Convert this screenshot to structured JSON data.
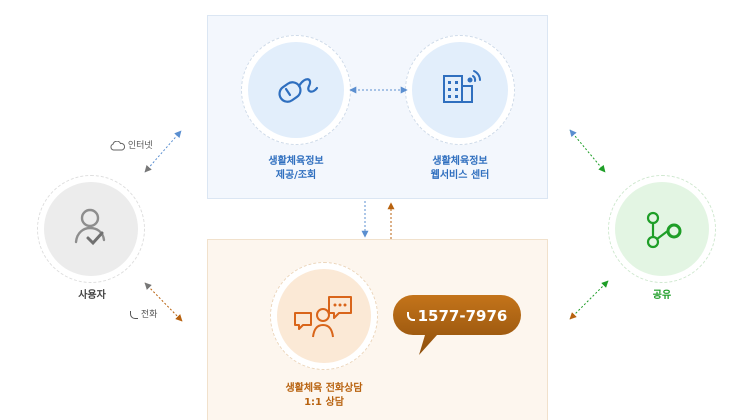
{
  "top_left": {
    "line1": "생활체육정보",
    "line2": "제공/조회",
    "icon": "mouse-icon"
  },
  "top_right": {
    "line1": "생활체육정보",
    "line2": "웹서비스 센터",
    "icon": "building-wifi-icon"
  },
  "user": {
    "label": "사용자",
    "icon": "user-check-icon"
  },
  "share": {
    "label": "공유",
    "icon": "share-icon"
  },
  "internet": {
    "label": "인터넷",
    "icon": "cloud-icon"
  },
  "phone": {
    "label": "전화",
    "icon": "phone-icon"
  },
  "counsel": {
    "line1": "생활체육 전화상담",
    "line2": "1:1 상담",
    "icon": "consult-icon"
  },
  "phone_number": "1577-7976",
  "colors": {
    "blue": "#2f6fbf",
    "green": "#1e9e27",
    "orange": "#b8620f",
    "brown": "#a65c10"
  }
}
